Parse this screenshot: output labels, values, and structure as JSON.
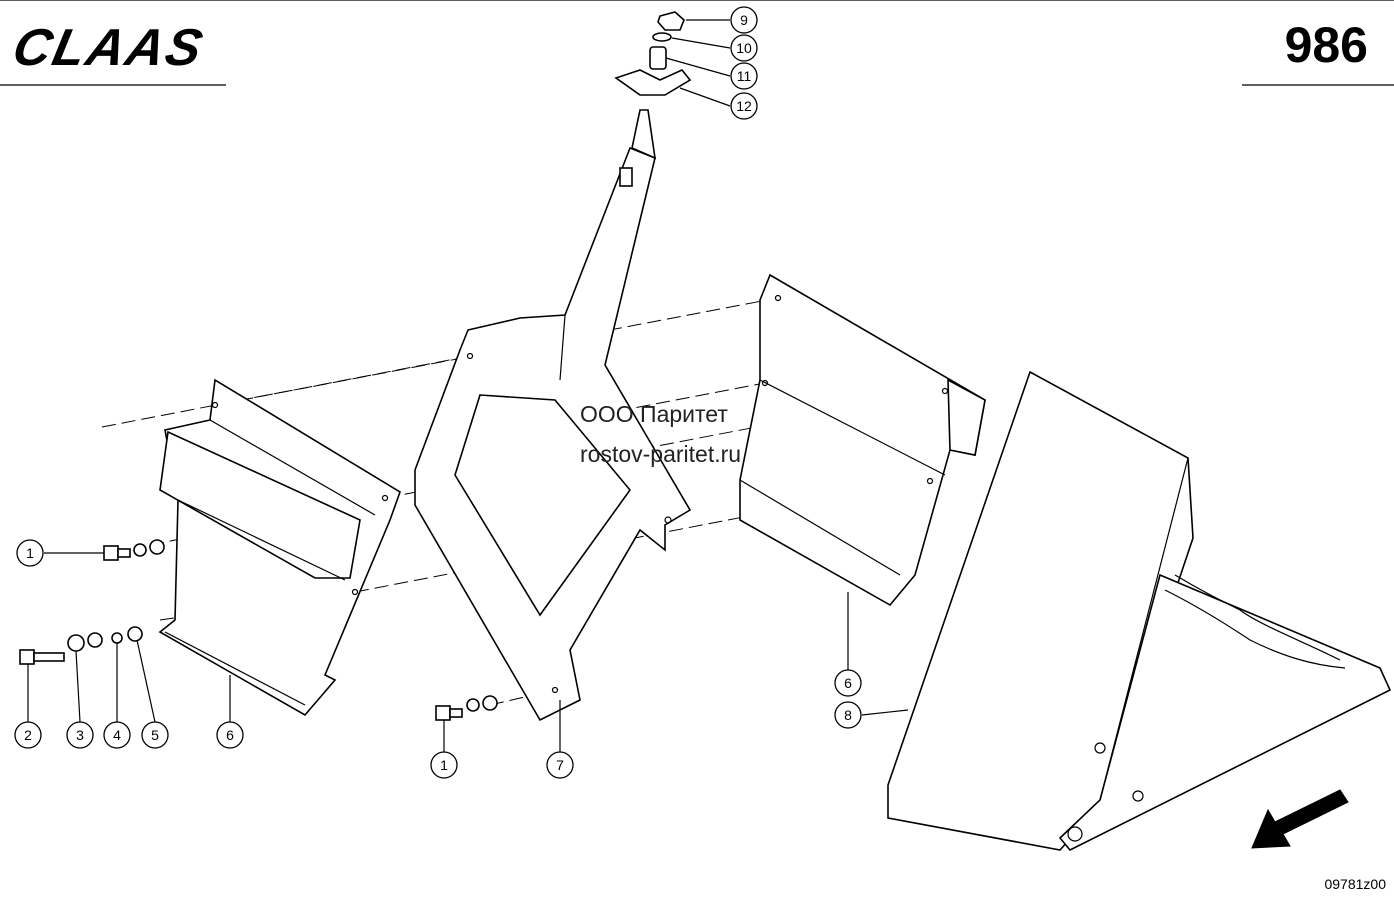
{
  "header": {
    "brand": "CLAAS",
    "page_number": "986"
  },
  "watermark": {
    "line1": "ООО Паритет",
    "line2": "rostov-paritet.ru"
  },
  "footer": {
    "drawing_id": "09781z00"
  },
  "callouts": [
    {
      "id": "c9",
      "label": "9"
    },
    {
      "id": "c10",
      "label": "10"
    },
    {
      "id": "c11",
      "label": "11"
    },
    {
      "id": "c12",
      "label": "12"
    },
    {
      "id": "c1a",
      "label": "1"
    },
    {
      "id": "c2",
      "label": "2"
    },
    {
      "id": "c3",
      "label": "3"
    },
    {
      "id": "c4",
      "label": "4"
    },
    {
      "id": "c5",
      "label": "5"
    },
    {
      "id": "c6a",
      "label": "6"
    },
    {
      "id": "c1b",
      "label": "1"
    },
    {
      "id": "c7",
      "label": "7"
    },
    {
      "id": "c6b",
      "label": "6"
    },
    {
      "id": "c8",
      "label": "8"
    }
  ]
}
